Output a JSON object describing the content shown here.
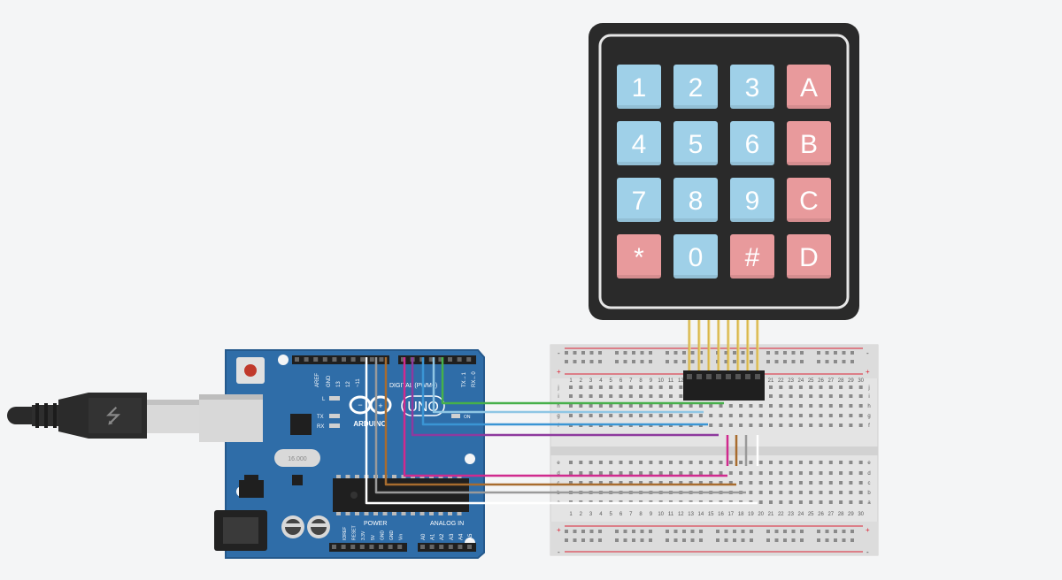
{
  "keypad": {
    "keys": [
      {
        "label": "1",
        "color": "#9fd0e8"
      },
      {
        "label": "2",
        "color": "#9fd0e8"
      },
      {
        "label": "3",
        "color": "#9fd0e8"
      },
      {
        "label": "A",
        "color": "#e89a9c"
      },
      {
        "label": "4",
        "color": "#9fd0e8"
      },
      {
        "label": "5",
        "color": "#9fd0e8"
      },
      {
        "label": "6",
        "color": "#9fd0e8"
      },
      {
        "label": "B",
        "color": "#e89a9c"
      },
      {
        "label": "7",
        "color": "#9fd0e8"
      },
      {
        "label": "8",
        "color": "#9fd0e8"
      },
      {
        "label": "9",
        "color": "#9fd0e8"
      },
      {
        "label": "C",
        "color": "#e89a9c"
      },
      {
        "label": "*",
        "color": "#e89a9c"
      },
      {
        "label": "0",
        "color": "#9fd0e8"
      },
      {
        "label": "#",
        "color": "#e89a9c"
      },
      {
        "label": "D",
        "color": "#e89a9c"
      }
    ]
  },
  "arduino": {
    "brand": "ARDUINO",
    "model": "UNO",
    "digital_label": "DIGITAL (PWM~)",
    "power_label": "POWER",
    "analog_label": "ANALOG IN",
    "aref": "AREF",
    "gnd": "GND",
    "pin13": "13",
    "pin12": "12",
    "pin11": "~11",
    "led_l": "L",
    "led_tx": "TX",
    "led_rx": "RX",
    "tx1": "TX→1",
    "rx0": "RX←0",
    "on": "ON",
    "crystal": "16.000",
    "power_pins": [
      "IOREF",
      "RESET",
      "3.3V",
      "5V",
      "GND",
      "GND",
      "Vin"
    ],
    "analog_pins": [
      "A0",
      "A1",
      "A2",
      "A3",
      "A4",
      "A5"
    ]
  },
  "breadboard": {
    "row_letters_top": [
      "j",
      "i",
      "h",
      "g",
      "f"
    ],
    "row_letters_bottom": [
      "e",
      "d",
      "c",
      "b",
      "a"
    ],
    "column_numbers": [
      "1",
      "2",
      "3",
      "4",
      "5",
      "6",
      "7",
      "8",
      "9",
      "10",
      "11",
      "12",
      "13",
      "14",
      "15",
      "16",
      "17",
      "18",
      "19",
      "20",
      "21",
      "22",
      "23",
      "24",
      "25",
      "26",
      "27",
      "28",
      "29",
      "30"
    ],
    "rail_plus": "+",
    "rail_minus": "-"
  },
  "wires": {
    "green": "#46b04a",
    "light_blue": "#8fc6e4",
    "blue": "#3a95d4",
    "purple": "#8e3a9e",
    "magenta": "#d02a8e",
    "brown": "#a86c2e",
    "gray": "#9a9a9a",
    "white": "#ffffff"
  }
}
